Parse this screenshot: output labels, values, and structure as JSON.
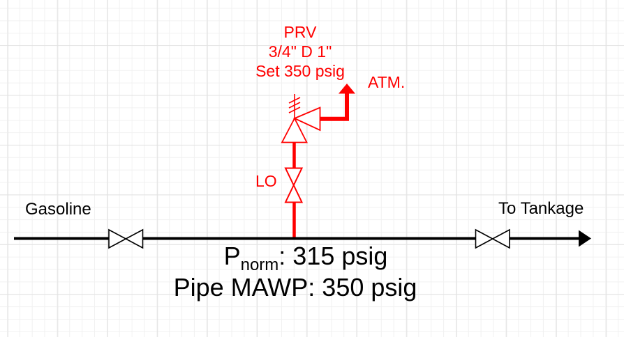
{
  "colors": {
    "relief": "#ff0000",
    "process": "#000000",
    "grid_minor": "#f1f1f1",
    "grid_major": "#e2e2e2",
    "background": "#ffffff"
  },
  "prv": {
    "tag": "PRV",
    "size": "3/4\" D 1\"",
    "set_pressure": "Set 350 psig"
  },
  "labels": {
    "atm": "ATM.",
    "lock_open": "LO",
    "source": "Gasoline",
    "destination": "To Tankage"
  },
  "notes": {
    "normal_pressure": {
      "symbol": "P",
      "subscript": "norm",
      "value": ": 315 psig"
    },
    "mawp": "Pipe MAWP: 350 psig"
  }
}
